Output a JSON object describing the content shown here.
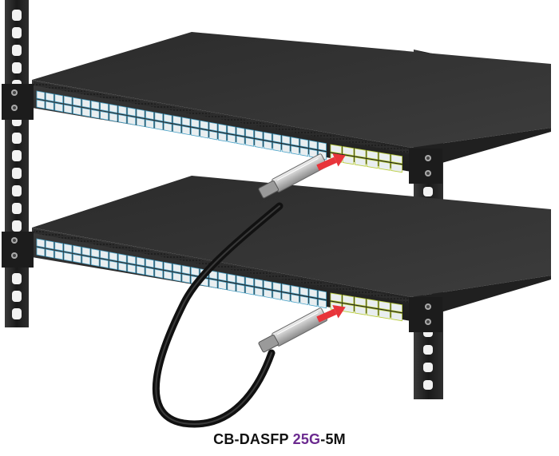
{
  "caption": {
    "prefix": "CB-DASFP ",
    "speed": "25G",
    "suffix": "-5M"
  },
  "colors": {
    "accent": "#6b2a8f",
    "chassis": "#2a2a2a",
    "port_highlight": "#4aa3c8",
    "uplink_highlight": "#b8cc3a",
    "arrow": "#e8343a",
    "cable": "#111111"
  },
  "icons": [
    "rack-rail-icon",
    "network-switch-icon",
    "sfp-transceiver-icon",
    "dac-cable-icon",
    "insert-arrow-icon"
  ]
}
